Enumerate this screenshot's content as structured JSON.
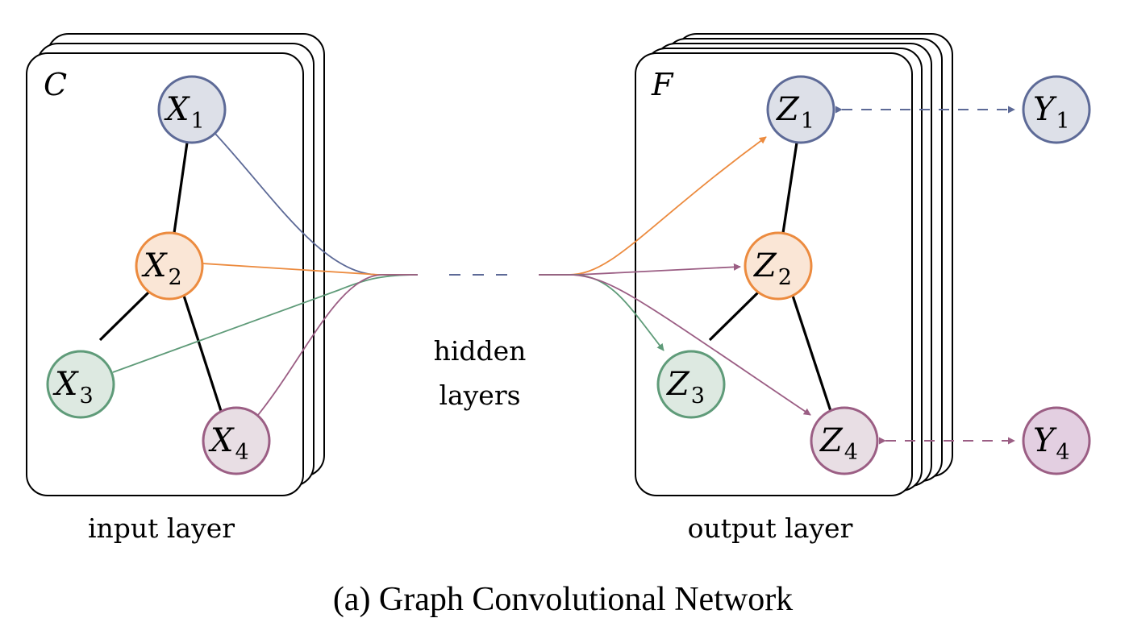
{
  "caption": "(a) Graph Convolutional Network",
  "labels": {
    "input_layer": "input layer",
    "output_layer": "output layer",
    "hidden_line1": "hidden",
    "hidden_line2": "layers",
    "input_channels": "C",
    "output_channels": "F"
  },
  "stacks": {
    "input_card_count": 3,
    "output_card_count": 5
  },
  "colors": {
    "blue": {
      "stroke": "#5d6a97",
      "fill": "#dde0e8"
    },
    "orange": {
      "stroke": "#ec8b3f",
      "fill": "#fae6d6"
    },
    "green": {
      "stroke": "#5f9b79",
      "fill": "#dde9e1"
    },
    "purple": {
      "stroke": "#9b5e84",
      "fill": "#e8dee4"
    },
    "purple_target": {
      "stroke": "#9b5e84",
      "fill": "#e3cfe1"
    }
  },
  "nodes": {
    "X1": {
      "base": "X",
      "sub": "1",
      "color": "blue"
    },
    "X2": {
      "base": "X",
      "sub": "2",
      "color": "orange"
    },
    "X3": {
      "base": "X",
      "sub": "3",
      "color": "green"
    },
    "X4": {
      "base": "X",
      "sub": "4",
      "color": "purple"
    },
    "Z1": {
      "base": "Z",
      "sub": "1",
      "color": "blue"
    },
    "Z2": {
      "base": "Z",
      "sub": "2",
      "color": "orange"
    },
    "Z3": {
      "base": "Z",
      "sub": "3",
      "color": "green"
    },
    "Z4": {
      "base": "Z",
      "sub": "4",
      "color": "purple"
    },
    "Y1": {
      "base": "Y",
      "sub": "1",
      "color": "blue"
    },
    "Y4": {
      "base": "Y",
      "sub": "4",
      "color": "purple_target"
    }
  },
  "graph_edges": [
    [
      "1",
      "2"
    ],
    [
      "2",
      "3"
    ],
    [
      "2",
      "4"
    ]
  ],
  "connections": {
    "input_to_hidden": [
      "X1",
      "X2",
      "X3",
      "X4"
    ],
    "hidden_to_output": [
      {
        "to": "Z1",
        "color": "orange"
      },
      {
        "to": "Z2",
        "color": "purple"
      },
      {
        "to": "Z3",
        "color": "green"
      },
      {
        "to": "Z4",
        "color": "purple"
      }
    ],
    "supervision": [
      {
        "from": "Z1",
        "to": "Y1",
        "color": "blue",
        "style": "dashed bidirectional"
      },
      {
        "from": "Z4",
        "to": "Y4",
        "color": "purple",
        "style": "dashed bidirectional"
      }
    ]
  }
}
